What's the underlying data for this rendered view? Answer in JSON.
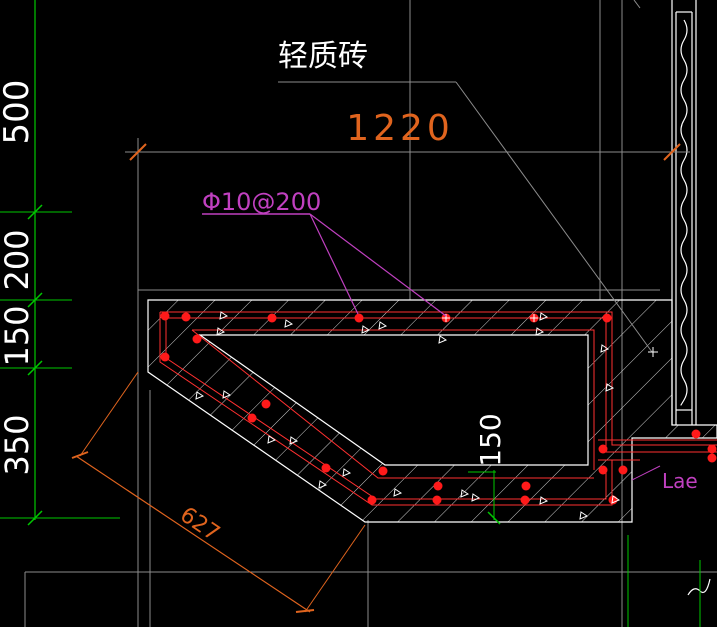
{
  "labels": {
    "material_note": "轻质砖",
    "rebar_spec": "Φ10@200",
    "lae_note": "Lae"
  },
  "dimensions": {
    "top_width": "1220",
    "left_500": "500",
    "left_200": "200",
    "left_150": "150",
    "left_350": "350",
    "inner_150": "150",
    "diagonal_627": "627"
  },
  "colors": {
    "background": "#000000",
    "structure_line": "#ffffff",
    "grid_line": "#8c8c8c",
    "dimension_green": "#00c800",
    "dimension_orange": "#e0641e",
    "annotation_magenta": "#c040c0",
    "rebar_red": "#ff0000",
    "label_white": "#ffffff"
  }
}
